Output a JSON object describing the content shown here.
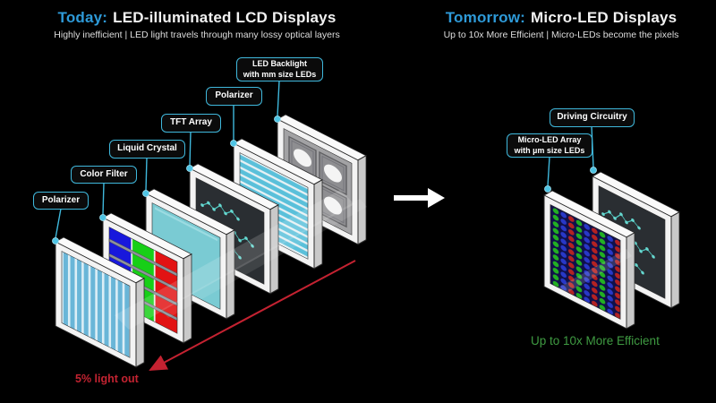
{
  "slide": {
    "left": {
      "title_highlight": "Today:",
      "title_rest": "LED-illuminated LCD Displays",
      "subtitle": "Highly inefficient | LED light travels through many lossy optical layers",
      "labels": {
        "polarizer_front": "Polarizer",
        "color_filter": "Color Filter",
        "liquid_crystal": "Liquid Crystal",
        "tft_array": "TFT Array",
        "polarizer_back": "Polarizer",
        "led_backlight_line1": "LED Backlight",
        "led_backlight_line2": "with mm size LEDs"
      },
      "annotation": "5% light out"
    },
    "right": {
      "title_highlight": "Tomorrow:",
      "title_rest": "Micro-LED Displays",
      "subtitle": "Up to 10x More Efficient | Micro-LEDs become the pixels",
      "labels": {
        "driving_circuitry": "Driving Circuitry",
        "microled_line1": "Micro-LED Array",
        "microled_line2": "with µm size LEDs"
      },
      "annotation": "Up to 10x More Efficient"
    },
    "colors": {
      "background": "#000000",
      "accent_cyan": "#3fb8dc",
      "title_highlight_blue": "#2e9ad8",
      "arrow_red": "#c42231",
      "efficient_green": "#3f9b42"
    }
  }
}
